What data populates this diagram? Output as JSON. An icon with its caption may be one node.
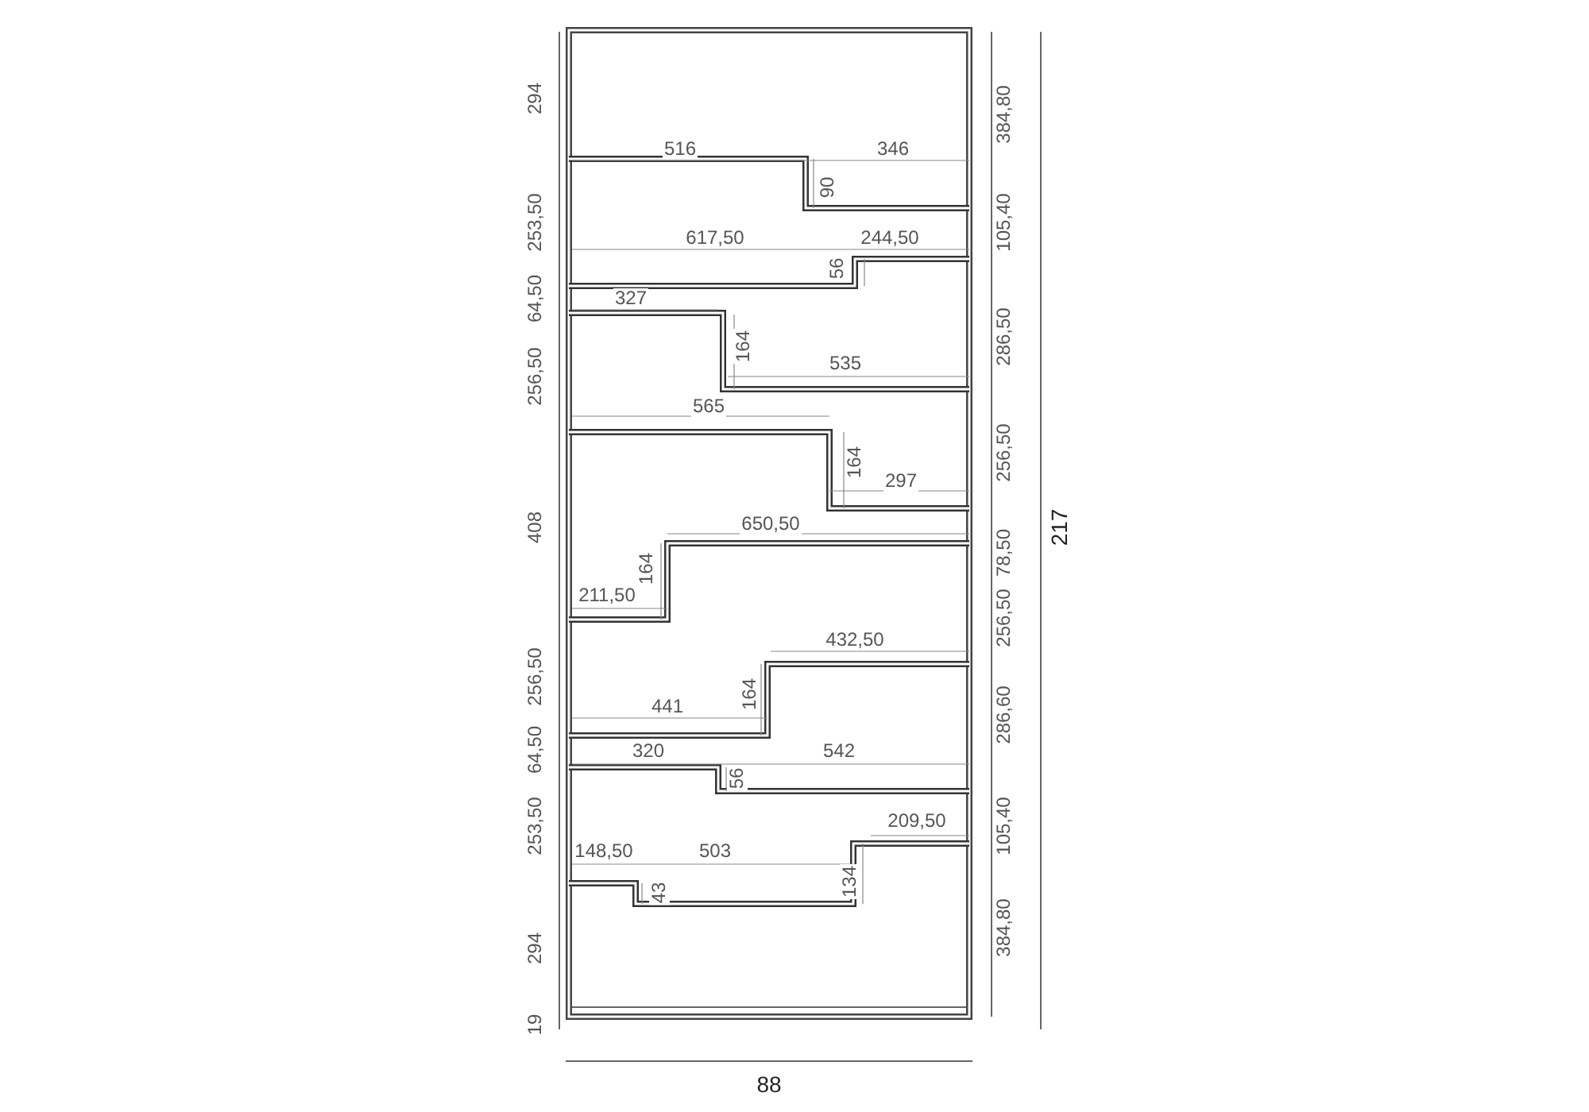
{
  "diagram": {
    "labels": [
      "294",
      "384,80",
      "516",
      "346",
      "90",
      "253,50",
      "105,40",
      "617,50",
      "244,50",
      "56",
      "64,50",
      "327",
      "286,50",
      "164",
      "535",
      "256,50",
      "565",
      "256,50",
      "164",
      "297",
      "408",
      "650,50",
      "217",
      "78,50",
      "164",
      "211,50",
      "256,50",
      "432,50",
      "256,50",
      "164",
      "441",
      "286,60",
      "64,50",
      "320",
      "542",
      "56",
      "253,50",
      "105,40",
      "209,50",
      "148,50",
      "503",
      "134",
      "43",
      "294",
      "384,80",
      "19",
      "88"
    ]
  }
}
